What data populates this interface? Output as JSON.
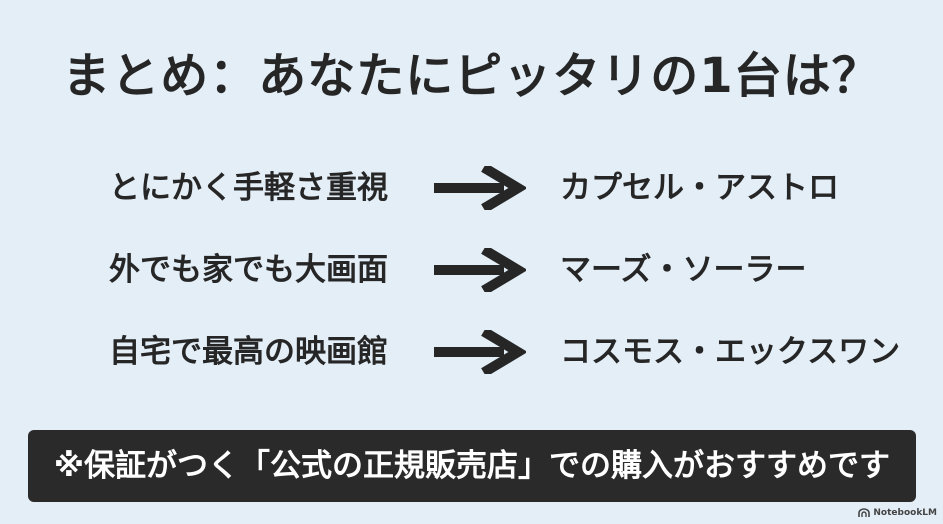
{
  "title": "まとめ：あなたにピッタリの1台は？",
  "rows": [
    {
      "need": "とにかく手軽さ重視",
      "product": "カプセル・アストロ"
    },
    {
      "need": "外でも家でも大画面",
      "product": "マーズ・ソーラー"
    },
    {
      "need": "自宅で最高の映画館",
      "product": "コスモス・エックスワン"
    }
  ],
  "note": "※保証がつく「公式の正規販売店」での購入がおすすめです",
  "watermark": {
    "label": "NotebookLM",
    "icon": "notebooklm-logo-icon"
  },
  "colors": {
    "background": "#e3eef7",
    "text": "#262626",
    "note_bar": "#2a2a2a",
    "note_text": "#ffffff"
  }
}
